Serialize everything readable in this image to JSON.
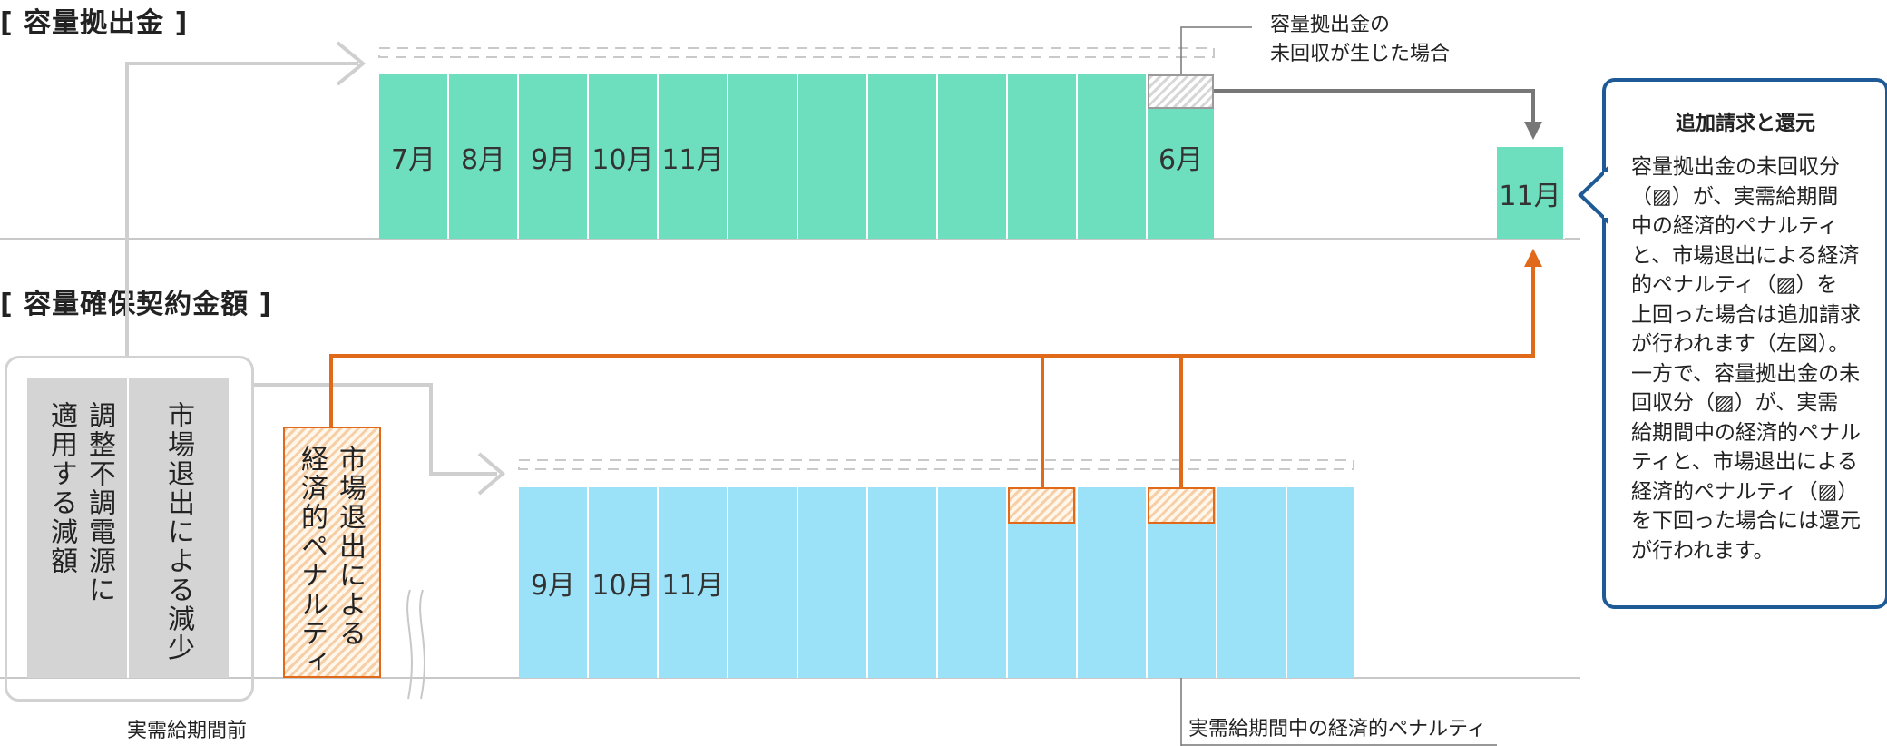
{
  "capacity_levy": {
    "title": "[ 容量拠出金 ]",
    "months": [
      "7月",
      "8月",
      "9月",
      "10月",
      "11月",
      "",
      "",
      "",
      "",
      "",
      "",
      "6月"
    ],
    "unpaid_note": [
      "容量拠出金の",
      "未回収が生じた場合"
    ],
    "target_month": "11月"
  },
  "contract_amount": {
    "title": "[ 容量確保契約金額 ]",
    "deductions": [
      "市場退出による減少",
      "調整不調電源に",
      "適用する減額"
    ],
    "penalty_box": [
      "市場退出による",
      "経済的ペナルティ"
    ],
    "months": [
      "9月",
      "10月",
      "11月",
      "",
      "",
      "",
      "",
      "",
      "",
      "",
      "",
      "",
      ""
    ],
    "pre_period_label": "実需給期間前",
    "in_period_penalty_label": "実需給期間中の経済的ペナルティ"
  },
  "callout": {
    "title": "追加請求と還元",
    "lines": [
      "容量拠出金の未回収分",
      "（▨）が、実需給期間",
      "中の経済的ペナルティ",
      "と、市場退出による経済",
      "的ペナルティ（▨）を",
      "上回った場合は追加請求",
      "が行われます（左図）。",
      "一方で、容量拠出金の未",
      "回収分（▨）が、実需",
      "給期間中の経済的ペナル",
      "ティと、市場退出による",
      "経済的ペナルティ（▨）",
      "を下回った場合には還元",
      "が行われます。"
    ]
  },
  "colors": {
    "levy_bar": "#6ddfbe",
    "contract_bar": "#9be2f8",
    "penalty_orange": "#e06a1a",
    "connector_gray": "#777777",
    "callout_border": "#1d5a96"
  }
}
